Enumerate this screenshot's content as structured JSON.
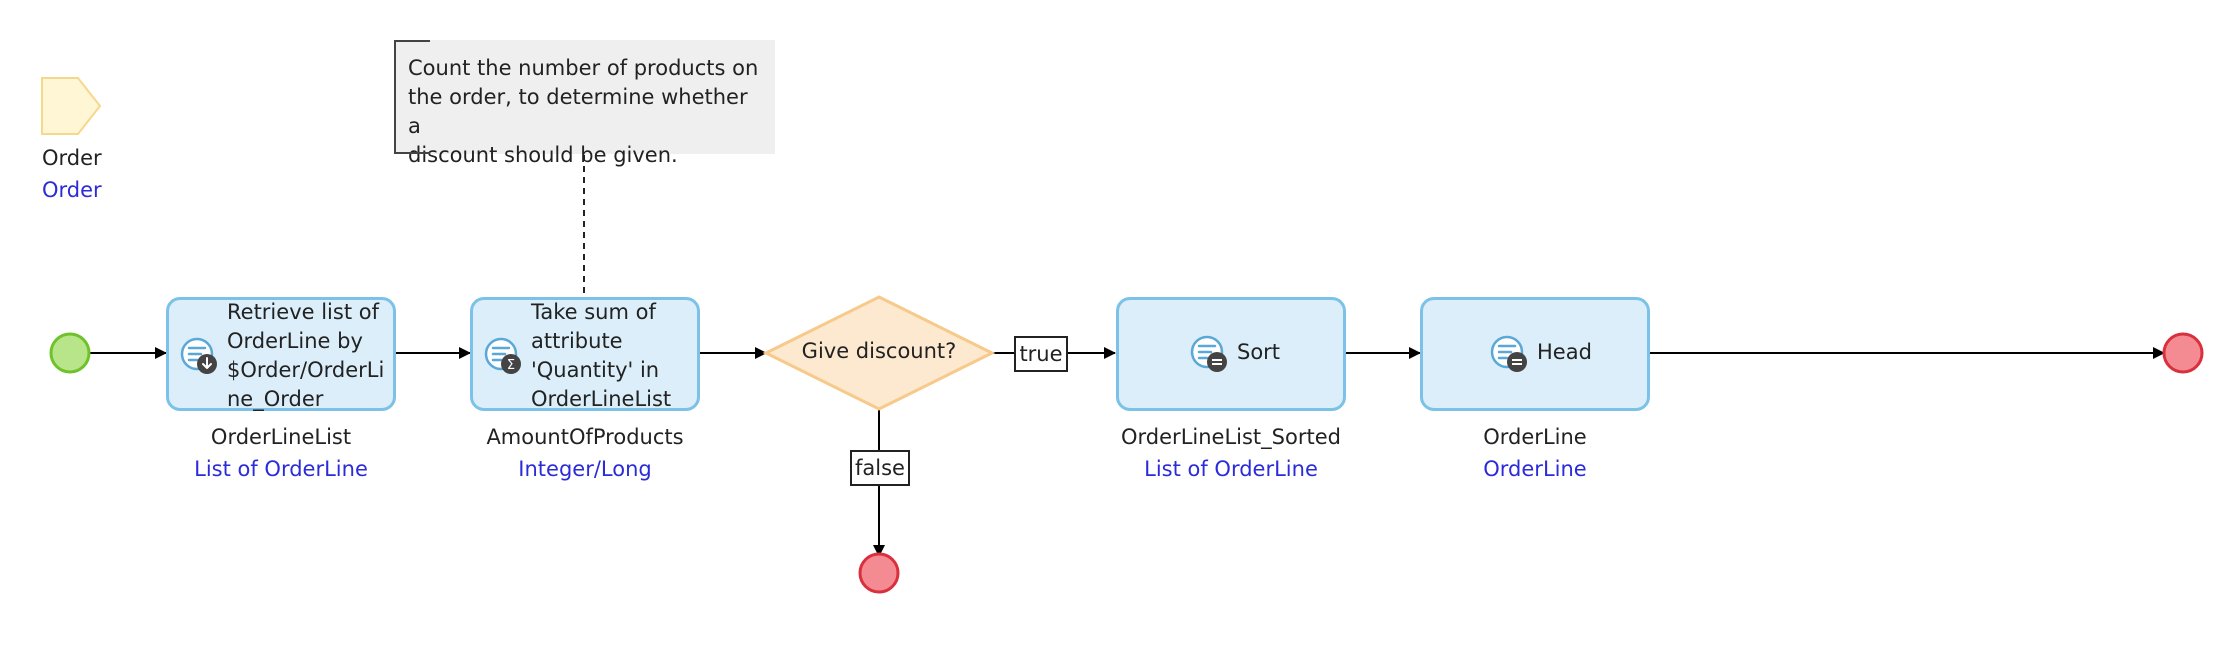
{
  "parameter": {
    "name": "Order",
    "type": "Order"
  },
  "annotation": {
    "lines": [
      "Count the number of products on",
      "the order, to determine whether a",
      "discount should be given."
    ]
  },
  "activities": {
    "retrieve": {
      "lines": [
        "Retrieve list of",
        "OrderLine by",
        "$Order/OrderLi",
        "ne_Order"
      ],
      "output_name": "OrderLineList",
      "output_type": "List of OrderLine"
    },
    "aggregate": {
      "lines": [
        "Take sum of",
        "attribute",
        "'Quantity' in",
        "OrderLineList"
      ],
      "output_name": "AmountOfProducts",
      "output_type": "Integer/Long"
    },
    "sort": {
      "label": "Sort",
      "output_name": "OrderLineList_Sorted",
      "output_type": "List of OrderLine"
    },
    "head": {
      "label": "Head",
      "output_name": "OrderLine",
      "output_type": "OrderLine"
    }
  },
  "decision": {
    "label": "Give discount?"
  },
  "flows": {
    "true_label": "true",
    "false_label": "false"
  },
  "colors": {
    "start_fill": "#b9e58a",
    "start_stroke": "#6fc22a",
    "end_fill": "#f58b92",
    "end_stroke": "#d9303e",
    "activity_fill": "#dbeef9",
    "activity_stroke": "#7cc2e8",
    "decision_fill": "#fde9cf",
    "decision_stroke": "#f7c98a",
    "parameter_fill": "#fef6d4",
    "parameter_stroke": "#f5d88c",
    "type_text": "#2b2bd9"
  }
}
